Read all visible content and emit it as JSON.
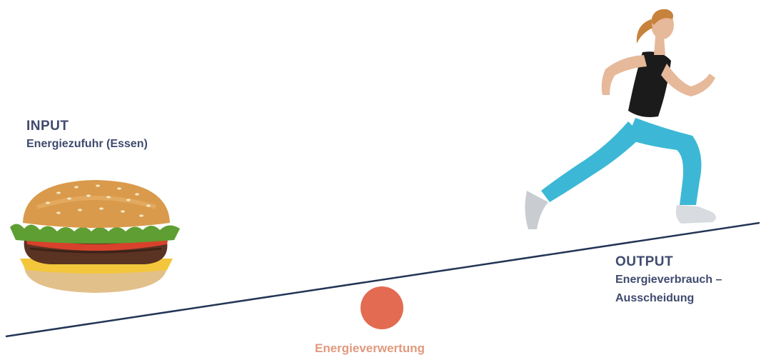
{
  "input": {
    "heading": "INPUT",
    "subtitle": "Energiezufuhr (Essen)"
  },
  "output": {
    "heading": "OUTPUT",
    "subtitle_line1": "Energieverbrauch –",
    "subtitle_line2": "Ausscheidung"
  },
  "fulcrum": {
    "label": "Energieverwertung"
  },
  "colors": {
    "text_primary": "#3f4a6e",
    "fulcrum": "#e26b51",
    "fulcrum_label": "#e2997e",
    "lever_line": "#233556"
  },
  "icons": {
    "food": "hamburger-illustration",
    "activity": "running-woman-illustration"
  }
}
